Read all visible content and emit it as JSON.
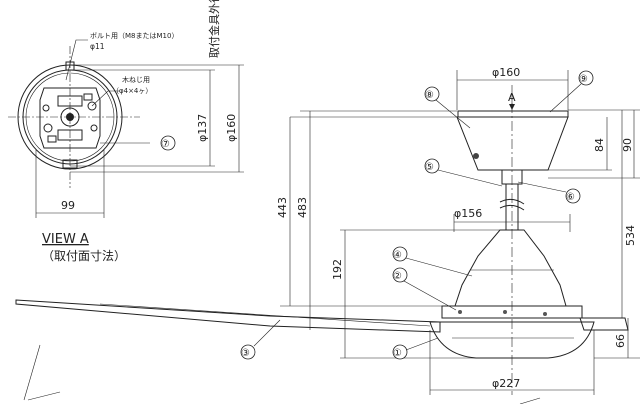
{
  "vertical_note": "取付金具外径",
  "view_a": {
    "bolt_label": "ボルト用（M8またはM10）",
    "bolt_dia": "φ11",
    "screw_label": "木ねじ用",
    "screw_dia": "（φ4×4ヶ）",
    "dim_137": "φ137",
    "dim_160": "φ160",
    "dim_99": "99",
    "title": "VIEW A",
    "subtitle": "（取付面寸法）"
  },
  "main": {
    "dim_top_160": "φ160",
    "view_marker": "A",
    "dim_156": "φ156",
    "dim_227": "φ227",
    "dim_443": "443",
    "dim_483": "483",
    "dim_192": "192",
    "dim_84": "84",
    "dim_90": "90",
    "dim_534": "534",
    "dim_66": "66"
  },
  "callouts": [
    "①",
    "②",
    "③",
    "④",
    "⑤",
    "⑥",
    "⑦",
    "⑧",
    "⑨"
  ]
}
